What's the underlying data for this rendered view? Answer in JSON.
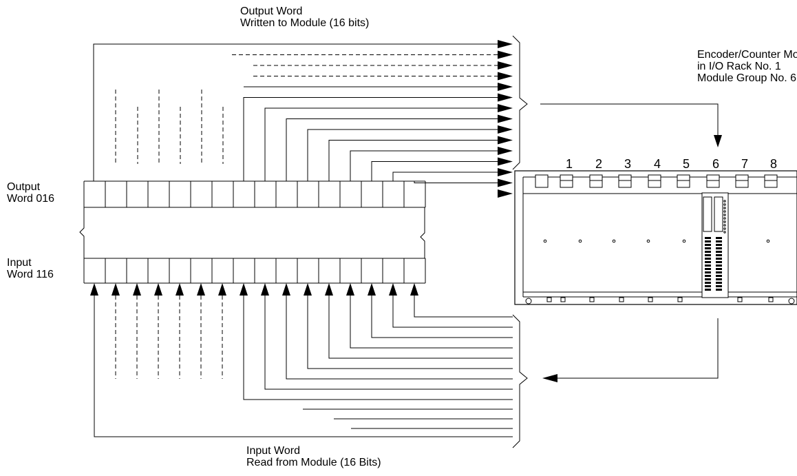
{
  "labels": {
    "output_word_title": "Output Word",
    "output_word_subtitle": "Written to Module (16 bits)",
    "module_line1": "Encoder/Counter Module",
    "module_line2": "in I/O Rack No. 1",
    "module_line3": "Module Group No. 6",
    "output_label_line1": "Output",
    "output_label_line2": "Word 016",
    "input_label_line1": "Input",
    "input_label_line2": "Word 116",
    "input_word_title": "Input Word",
    "input_word_subtitle": "Read  from Module (16 Bits)"
  },
  "rack": {
    "slot_numbers": [
      "1",
      "2",
      "3",
      "4",
      "5",
      "6",
      "7",
      "8"
    ],
    "highlighted_slot": "6"
  },
  "word_register": {
    "bits": 16
  }
}
